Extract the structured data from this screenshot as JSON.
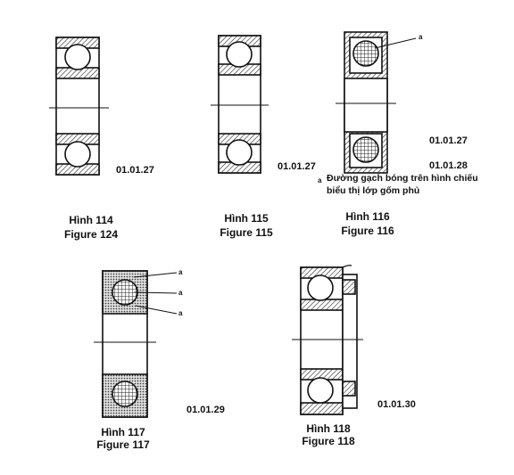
{
  "figures": [
    {
      "title": "Hình 114",
      "subtitle": "Figure 124",
      "code": "01.01.27"
    },
    {
      "title": "Hình 115",
      "subtitle": "Figure 115",
      "code": "01.01.27"
    },
    {
      "title": "Hình 116",
      "subtitle": "Figure 116",
      "code": "01.01.27",
      "code2": "01.01.28"
    },
    {
      "title": "Hình 117",
      "subtitle": "Figure 117",
      "code": "01.01.29"
    },
    {
      "title": "Hình 118",
      "subtitle": "Figure 118",
      "code": "01.01.30"
    }
  ],
  "footnote": {
    "marker": "a",
    "line1": "Đường gạch bóng trên hình chiếu",
    "line2": "biểu thị lớp gốm phủ"
  },
  "callouts": {
    "fig116": "a",
    "fig117": [
      "a",
      "a",
      "a"
    ]
  },
  "colors": {
    "ink": "#111111",
    "hatch": "#333333"
  }
}
